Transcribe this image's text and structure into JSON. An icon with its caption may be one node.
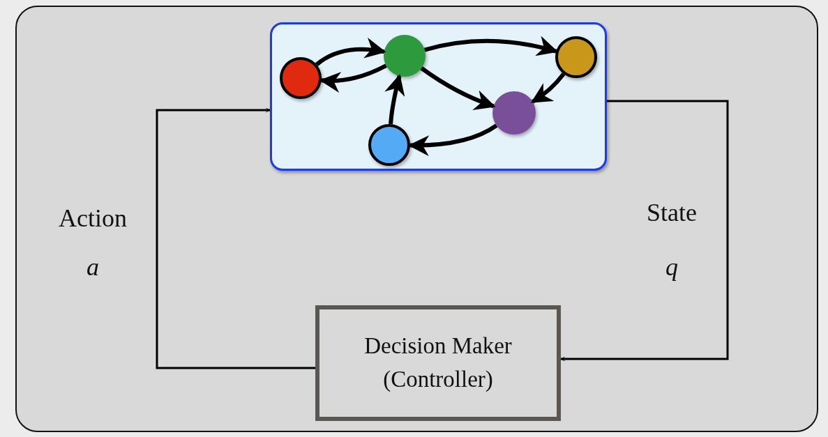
{
  "diagram": {
    "nodes": [
      {
        "text": [],
        "shape": "box"
      },
      {
        "text": [],
        "shape": "circle",
        "in": 0
      },
      {
        "text": [],
        "shape": "circle",
        "in": 0
      },
      {
        "text": [],
        "shape": "circle",
        "in": 0
      },
      {
        "text": [],
        "shape": "circle",
        "in": 0
      },
      {
        "text": [],
        "shape": "circle",
        "in": 0
      },
      {
        "text": [
          "Decision Maker (Controller)"
        ]
      }
    ],
    "edges": [
      {
        "from": 1,
        "to": 3,
        "arrow": "to"
      },
      {
        "from": 3,
        "to": 1,
        "arrow": "to"
      },
      {
        "from": 3,
        "to": 5,
        "arrow": "to"
      },
      {
        "from": 3,
        "to": 4,
        "arrow": "to"
      },
      {
        "from": 5,
        "to": 4,
        "arrow": "to"
      },
      {
        "from": 4,
        "to": 2,
        "arrow": "to"
      },
      {
        "from": 2,
        "to": 3,
        "arrow": "to"
      },
      {
        "from": 6,
        "to": 0,
        "arrow": "to"
      },
      {
        "from": 0,
        "to": 6,
        "arrow": "to"
      }
    ],
    "labels": [
      "Action",
      "a",
      "State",
      "q"
    ]
  }
}
